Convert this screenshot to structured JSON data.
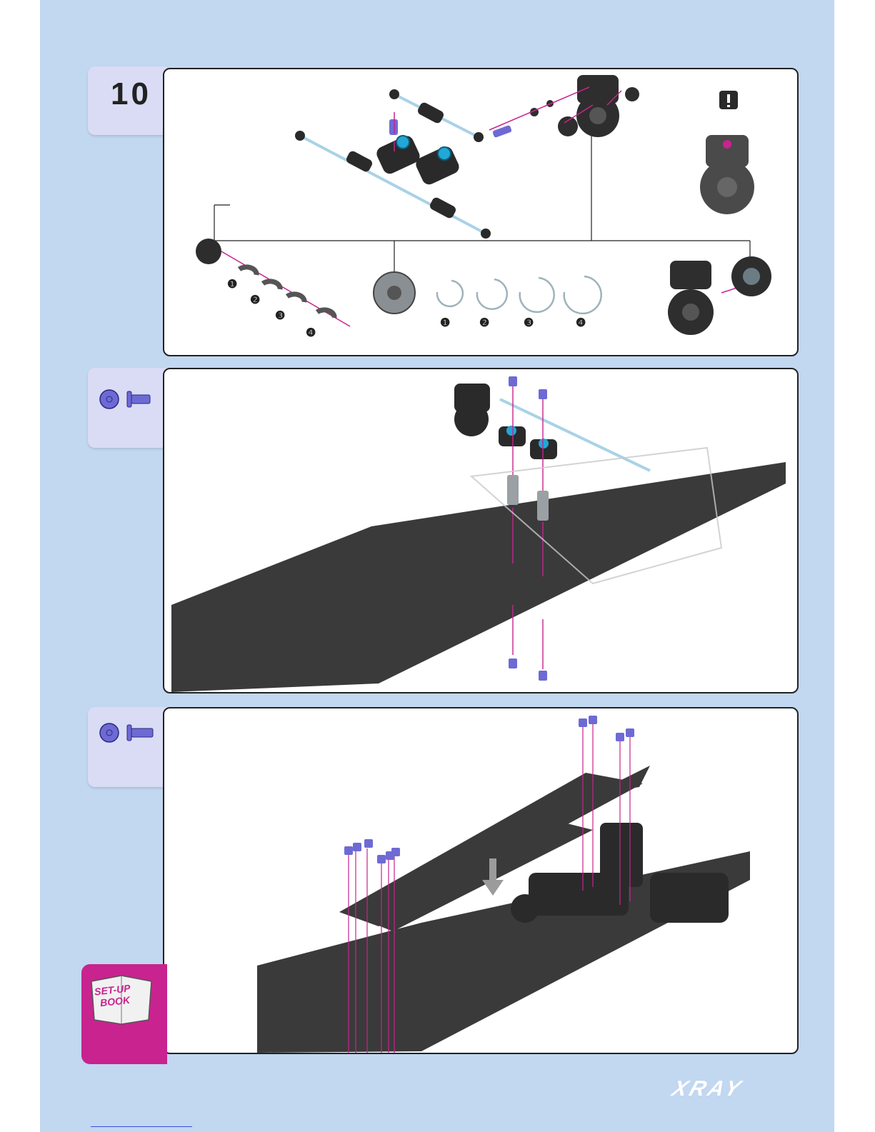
{
  "step": {
    "number": "10"
  },
  "part_numbers_row1": [
    "❶",
    "❷",
    "❸",
    "❹"
  ],
  "part_numbers_row2": [
    "❶",
    "❷",
    "❸",
    "❹"
  ],
  "setup_book": {
    "line1": "SET-UP",
    "line2": "BOOK"
  },
  "brand": {
    "logo": "XRAY"
  },
  "colors": {
    "accent": "#c8238f",
    "page_bg": "#c2d7f0",
    "tab_bg": "#d9dcf4",
    "screw": "#6e6ad4",
    "bearing": "#22a7d6"
  },
  "icons": {
    "warning": "exclamation-icon",
    "hardware": "screw-icon"
  }
}
